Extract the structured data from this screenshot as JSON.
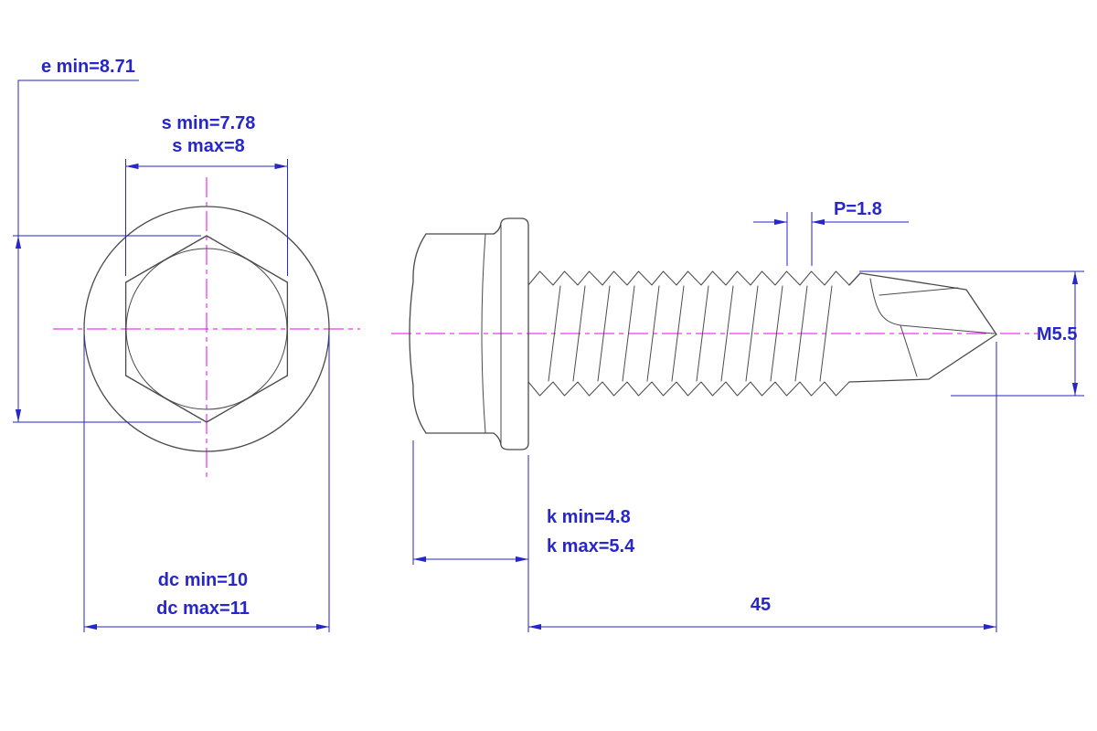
{
  "labels": {
    "e_min": "e min=8.71",
    "s_min": "s min=7.78",
    "s_max": "s max=8",
    "p": "P=1.8",
    "thread": "M5.5",
    "k_min": "k min=4.8",
    "k_max": "k max=5.4",
    "dc_min": "dc min=10",
    "dc_max": "dc max=11",
    "length": "45"
  },
  "dimensions": {
    "e_min": 8.71,
    "s_min": 7.78,
    "s_max": 8,
    "pitch": 1.8,
    "thread_designation": "M5.5",
    "k_min": 4.8,
    "k_max": 5.4,
    "dc_min": 10,
    "dc_max": 11,
    "length": 45
  },
  "colors": {
    "dimension": "#2626c9",
    "centerline": "#f000f0",
    "outline": "#4a4a4a",
    "background": "#ffffff"
  }
}
